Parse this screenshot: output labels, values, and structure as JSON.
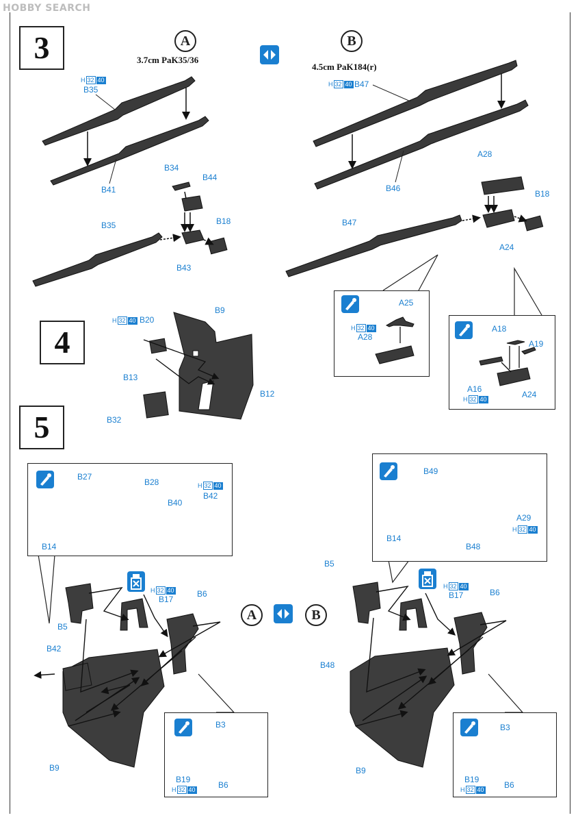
{
  "watermark": "HOBBY SEARCH",
  "steps": {
    "s3": "3",
    "s4": "4",
    "s5": "5"
  },
  "variants": {
    "a": "A",
    "b": "B"
  },
  "guns": {
    "a": "3.7cm PaK35/36",
    "b": "4.5cm PaK184(r)"
  },
  "badge": {
    "h": "H",
    "n1": "32",
    "n2": "40"
  },
  "parts": {
    "b35": "B35",
    "b41": "B41",
    "b34": "B34",
    "b44": "B44",
    "b18": "B18",
    "b43": "B43",
    "b47": "B47",
    "b46": "B46",
    "a28": "A28",
    "a24": "A24",
    "a25": "A25",
    "a18": "A18",
    "a19": "A19",
    "a16": "A16",
    "b20": "B20",
    "b9": "B9",
    "b13": "B13",
    "b12": "B12",
    "b32": "B32",
    "b27": "B27",
    "b28": "B28",
    "b40": "B40",
    "b42": "B42",
    "b14": "B14",
    "b49": "B49",
    "a29": "A29",
    "b48": "B48",
    "b5": "B5",
    "b17": "B17",
    "b6": "B6",
    "b3": "B3",
    "b19": "B19"
  },
  "icons": {
    "color_blue": "#1a7fd0",
    "paint": "paint-brush-icon",
    "no_glue": "no-cement-icon",
    "choice": "alternative-choice-icon"
  }
}
